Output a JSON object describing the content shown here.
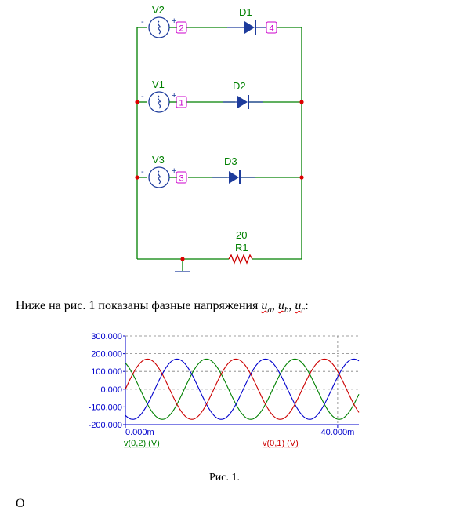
{
  "schematic": {
    "sources": [
      {
        "name": "V2",
        "node": "2"
      },
      {
        "name": "V1",
        "node": "1"
      },
      {
        "name": "V3",
        "node": "3"
      }
    ],
    "diodes": [
      {
        "name": "D1",
        "node": "4"
      },
      {
        "name": "D2"
      },
      {
        "name": "D3"
      }
    ],
    "resistor": {
      "name": "R1",
      "value": "20"
    },
    "polarity": {
      "minus": "-",
      "plus": "+"
    },
    "colors": {
      "wire": "#008000",
      "source": "#1e3c9c",
      "diode": "#1e3c9c",
      "node_label": "#cc00cc",
      "resistor": "#cc0000",
      "junction": "#dd0000",
      "label": "#008000"
    }
  },
  "paragraph": {
    "prefix": "Ниже на рис. 1 показаны фазные напряжения ",
    "vars": [
      {
        "base": "u",
        "sub": "a",
        "sep": ", "
      },
      {
        "base": "u",
        "sub": "b",
        "sep": ", "
      },
      {
        "base": "u",
        "sub": "c",
        "sep": ":"
      }
    ]
  },
  "chart_data": {
    "type": "line",
    "xlim": [
      0,
      44
    ],
    "ylim": [
      -200,
      300
    ],
    "y_ticks": [
      "300.000",
      "200.000",
      "100.000",
      "0.000",
      "-100.000",
      "-200.000"
    ],
    "x_tick_labels": [
      {
        "x": 0,
        "label": "0.000m"
      },
      {
        "x": 40,
        "label": "40.000m"
      }
    ],
    "cursor_x": 40,
    "grid": "dashed",
    "axis_color": "#0000cc",
    "series": [
      {
        "name": "v(0,2) (V)",
        "color": "#008000",
        "amplitude": 170,
        "period": 16.667,
        "phase_deg": 120,
        "legend_pos": "left"
      },
      {
        "name": "",
        "color": "#0000cc",
        "amplitude": 170,
        "period": 16.667,
        "phase_deg": -120
      },
      {
        "name": "v(0,1) (V)",
        "color": "#cc0000",
        "amplitude": 170,
        "period": 16.667,
        "phase_deg": 0,
        "legend_pos": "right"
      }
    ]
  },
  "caption": "Рис. 1.",
  "next_line": "О"
}
